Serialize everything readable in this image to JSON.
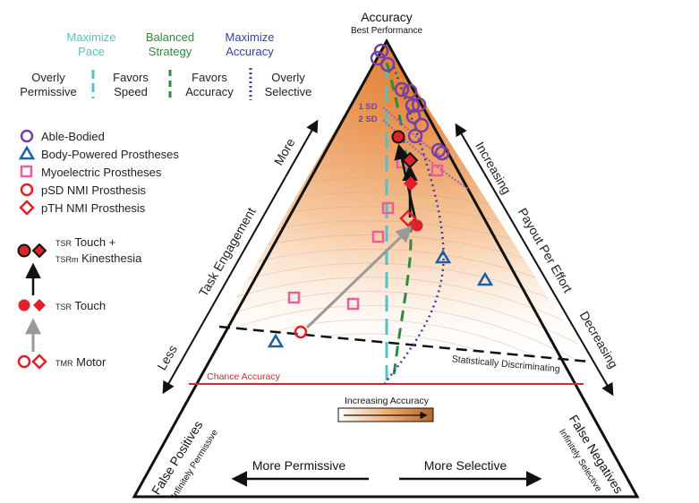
{
  "header": {
    "title": "Accuracy",
    "subtitle": "Best Performance"
  },
  "strategies": [
    {
      "line1": "Maximize",
      "line2": "Pace",
      "color": "#4fc4c8"
    },
    {
      "line1": "Balanced",
      "line2": "Strategy",
      "color": "#2e8b3e"
    },
    {
      "line1": "Maximize",
      "line2": "Accuracy",
      "color": "#34439b"
    }
  ],
  "line_styles": [
    {
      "line1": "Overly",
      "line2": "Permissive"
    },
    {
      "line1": "Favors",
      "line2": "Speed"
    },
    {
      "line1": "Favors",
      "line2": "Accuracy"
    },
    {
      "line1": "Overly",
      "line2": "Selective"
    }
  ],
  "groups": [
    {
      "label": "Able-Bodied",
      "marker": "circle",
      "color": "#7b3fa0"
    },
    {
      "label": "Body-Powered Prostheses",
      "marker": "triangle",
      "color": "#1d5fa8"
    },
    {
      "label": "Myoelectric Prostheses",
      "marker": "square",
      "color": "#e8609a"
    },
    {
      "label": "pSD NMI Prosthesis",
      "marker": "circle",
      "color": "#e0202a"
    },
    {
      "label": "pTH NMI Prosthesis",
      "marker": "diamond",
      "color": "#e0202a"
    }
  ],
  "conditions": {
    "touch_kin_prefix": "TSR",
    "touch_kin_text": " Touch +",
    "touch_kin_prefix2": "TSRm",
    "touch_kin_text2": " Kinesthesia",
    "touch_prefix": "TSR",
    "touch_text": " Touch",
    "motor_prefix": "TMR",
    "motor_text": " Motor"
  },
  "axes": {
    "left_label": "Task Engagement",
    "left_top": "More",
    "left_bottom": "Less",
    "right_label": "Payout Per Effort",
    "right_top": "Increasing",
    "right_bottom": "Decreasing",
    "sd1": "1 SD",
    "sd2": "2 SD",
    "discriminating": "Statistically Discriminating",
    "chance": "Chance Accuracy",
    "gradient_label": "Increasing Accuracy"
  },
  "corners": {
    "left_title": "False Positives",
    "left_sub": "Infinitely Permissive",
    "right_title": "False Negatives",
    "right_sub": "Infinitely Selective"
  },
  "bottom": {
    "permissive": "More Permissive",
    "selective": "More Selective"
  },
  "colors": {
    "able_bodied": "#7b3fa0",
    "body_powered": "#1d5fa8",
    "myoelectric": "#e8609a",
    "nmi": "#e0202a",
    "chance_line": "#d6262b",
    "gradient_start": "#ffffff",
    "gradient_end": "#e07a2a"
  }
}
